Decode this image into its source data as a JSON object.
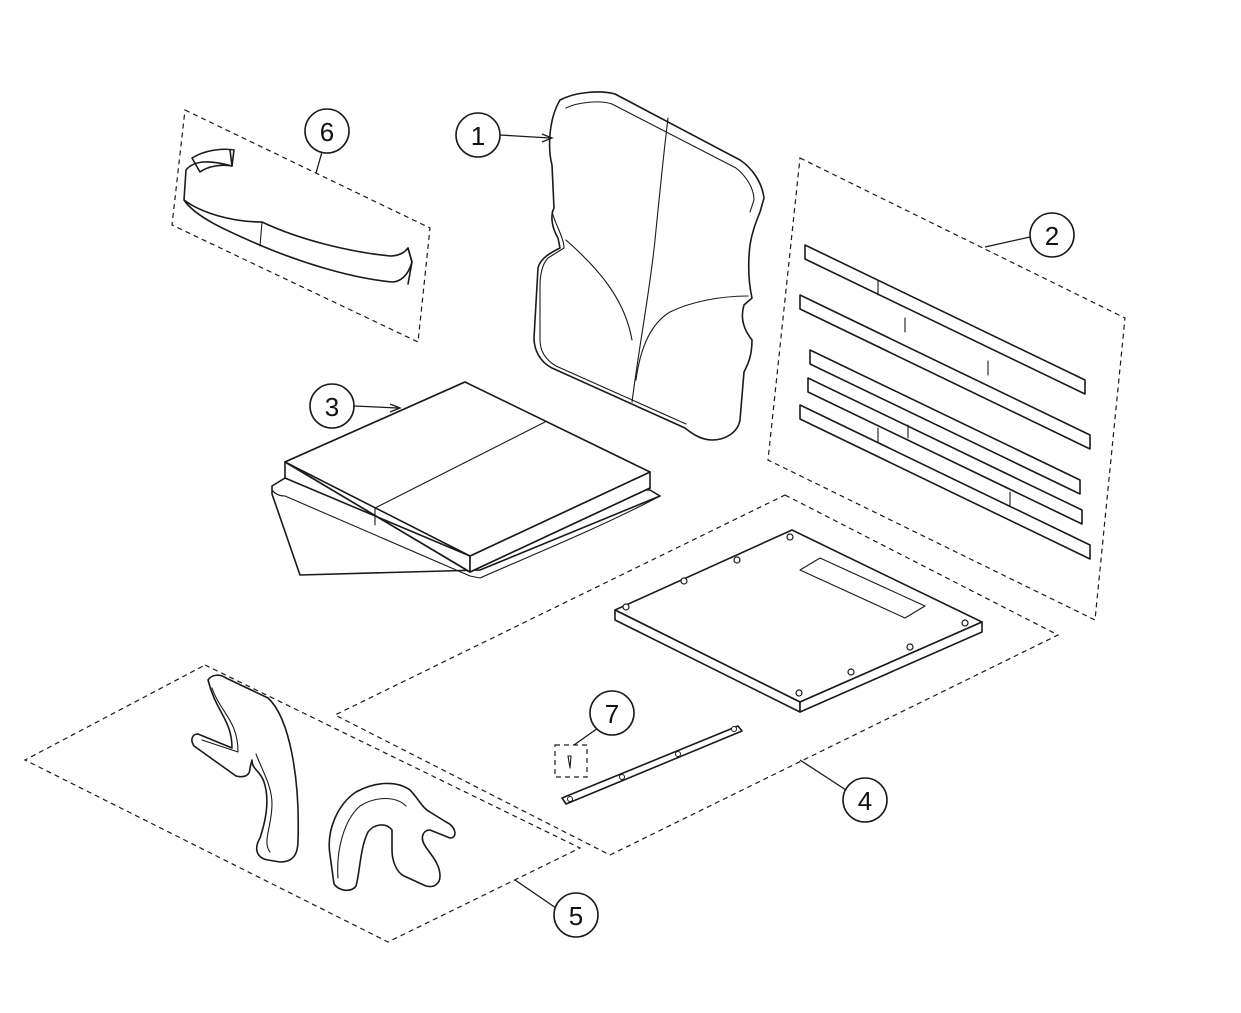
{
  "callouts": [
    {
      "id": "1",
      "label": "1"
    },
    {
      "id": "2",
      "label": "2"
    },
    {
      "id": "3",
      "label": "3"
    },
    {
      "id": "4",
      "label": "4"
    },
    {
      "id": "5",
      "label": "5"
    },
    {
      "id": "6",
      "label": "6"
    },
    {
      "id": "7",
      "label": "7"
    }
  ],
  "colors": {
    "line": "#1a1a1a",
    "background": "#ffffff"
  }
}
